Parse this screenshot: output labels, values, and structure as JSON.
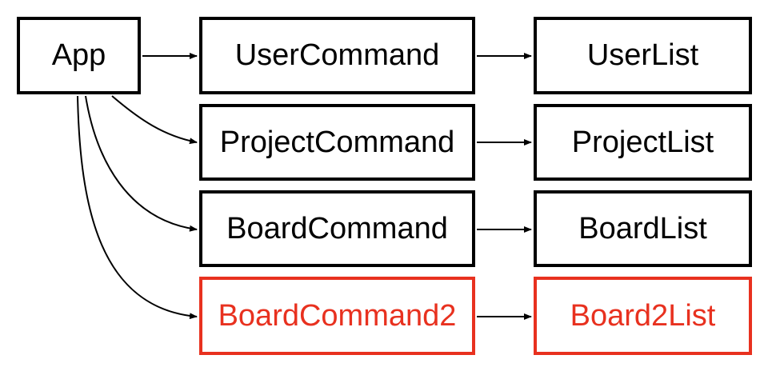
{
  "diagram": {
    "nodes": {
      "app": "App",
      "user_command": "UserCommand",
      "project_command": "ProjectCommand",
      "board_command": "BoardCommand",
      "board_command2": "BoardCommand2",
      "user_list": "UserList",
      "project_list": "ProjectList",
      "board_list": "BoardList",
      "board2_list": "Board2List"
    },
    "edges": [
      [
        "App",
        "UserCommand"
      ],
      [
        "App",
        "ProjectCommand"
      ],
      [
        "App",
        "BoardCommand"
      ],
      [
        "App",
        "BoardCommand2"
      ],
      [
        "UserCommand",
        "UserList"
      ],
      [
        "ProjectCommand",
        "ProjectList"
      ],
      [
        "BoardCommand",
        "BoardList"
      ],
      [
        "BoardCommand2",
        "Board2List"
      ]
    ],
    "colors": {
      "default": "#000000",
      "highlight": "#e8311f"
    }
  }
}
